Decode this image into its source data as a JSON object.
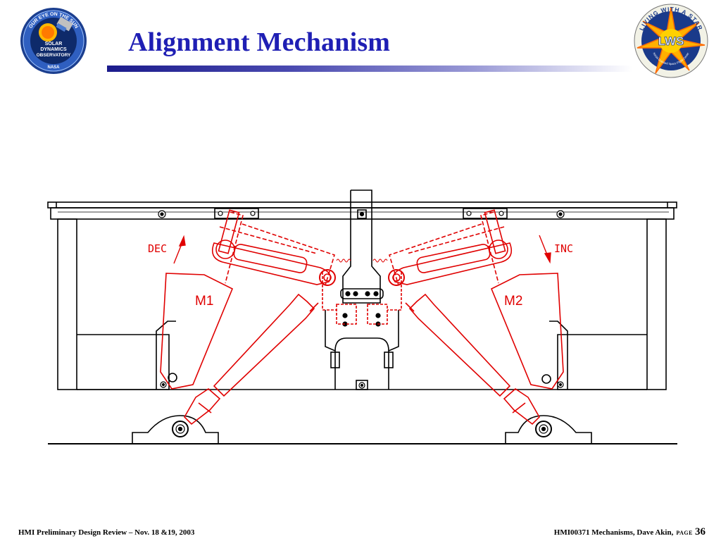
{
  "slide": {
    "title": "Alignment Mechanism",
    "footer_left": "HMI Preliminary Design Review – Nov. 18 &19, 2003",
    "footer_right": "HMI00371 Mechanisms,  Dave Akin,",
    "page_label": "PAGE",
    "page_number": "36"
  },
  "logos": {
    "left": {
      "ring_text": "OUR EYE ON THE SUN",
      "line1": "SOLAR",
      "line2": "DYNAMICS",
      "line3": "OBSERVATORY",
      "bottom": "NASA"
    },
    "right": {
      "ring_text": "LIVING WITH A STAR",
      "center": "LWS",
      "arc_text": "NASA Goddard Space Flight Center"
    }
  },
  "diagram": {
    "labels": {
      "dec": "DEC",
      "inc": "INC",
      "m1": "M1",
      "m2": "M2"
    }
  },
  "colors": {
    "title": "#1f1fb4",
    "mechanism_red": "#e00000",
    "structure_black": "#000000"
  }
}
